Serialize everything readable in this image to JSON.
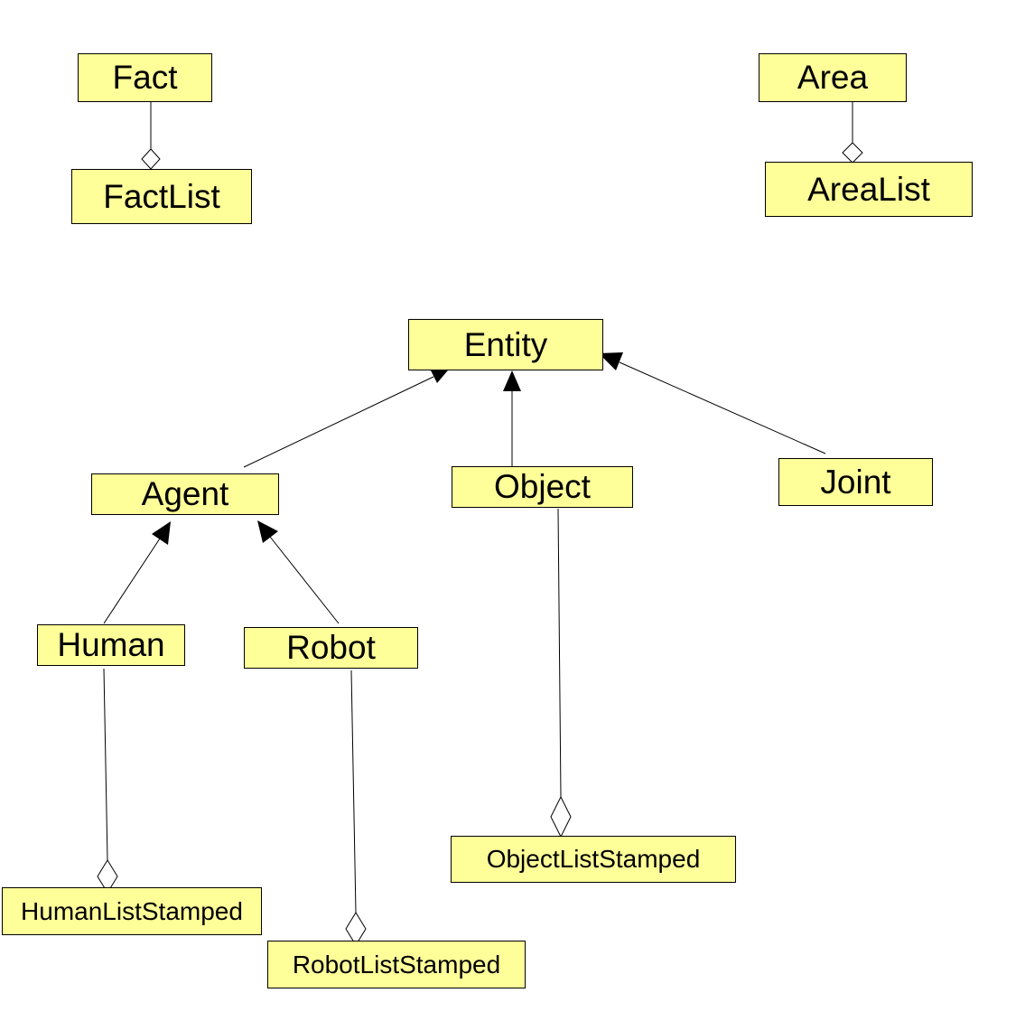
{
  "colors": {
    "box_fill": "#ffff99",
    "stroke": "#000000",
    "background": "#ffffff"
  },
  "classes": {
    "fact": "Fact",
    "fact_list": "FactList",
    "area": "Area",
    "area_list": "AreaList",
    "entity": "Entity",
    "agent": "Agent",
    "object": "Object",
    "joint": "Joint",
    "human": "Human",
    "robot": "Robot",
    "object_list_stamped": "ObjectListStamped",
    "human_list_stamped": "HumanListStamped",
    "robot_list_stamped": "RobotListStamped"
  },
  "relations": [
    {
      "from": "fact_list",
      "to": "fact",
      "kind": "aggregation"
    },
    {
      "from": "area_list",
      "to": "area",
      "kind": "aggregation"
    },
    {
      "from": "agent",
      "to": "entity",
      "kind": "generalization"
    },
    {
      "from": "object",
      "to": "entity",
      "kind": "generalization"
    },
    {
      "from": "joint",
      "to": "entity",
      "kind": "generalization"
    },
    {
      "from": "human",
      "to": "agent",
      "kind": "generalization"
    },
    {
      "from": "robot",
      "to": "agent",
      "kind": "generalization"
    },
    {
      "from": "human_list_stamped",
      "to": "human",
      "kind": "aggregation"
    },
    {
      "from": "robot_list_stamped",
      "to": "robot",
      "kind": "aggregation"
    },
    {
      "from": "object_list_stamped",
      "to": "object",
      "kind": "aggregation"
    }
  ]
}
